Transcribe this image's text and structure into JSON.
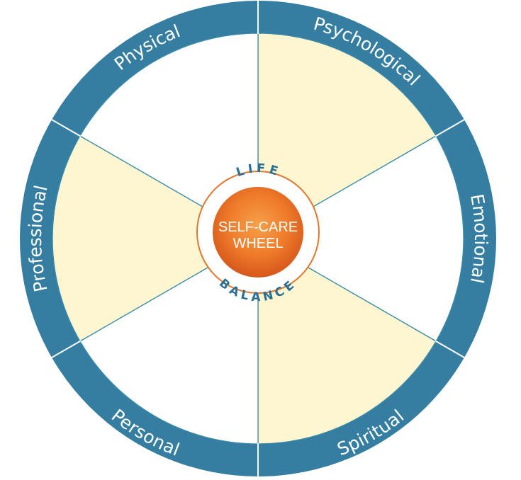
{
  "diagram": {
    "segments": [
      {
        "label": "Psychological",
        "fill": "#fdf6d0"
      },
      {
        "label": "Emotional",
        "fill": "#ffffff"
      },
      {
        "label": "Spiritual",
        "fill": "#fdf6d0"
      },
      {
        "label": "Personal",
        "fill": "#ffffff"
      },
      {
        "label": "Professional",
        "fill": "#fdf6d0"
      },
      {
        "label": "Physical",
        "fill": "#ffffff"
      }
    ],
    "ring_label_top": "LIFE",
    "ring_label_bottom": "BALANCE",
    "hub_line_1": "SELF-CARE",
    "hub_line_2": "WHEEL"
  },
  "colors": {
    "ring": "#357ea1",
    "divider": "#3a8bab",
    "hub_outline": "#e2762d",
    "hub_center": "#f48a2b",
    "hub_edge": "#d4541a",
    "arc_text": "#2a6f94"
  }
}
